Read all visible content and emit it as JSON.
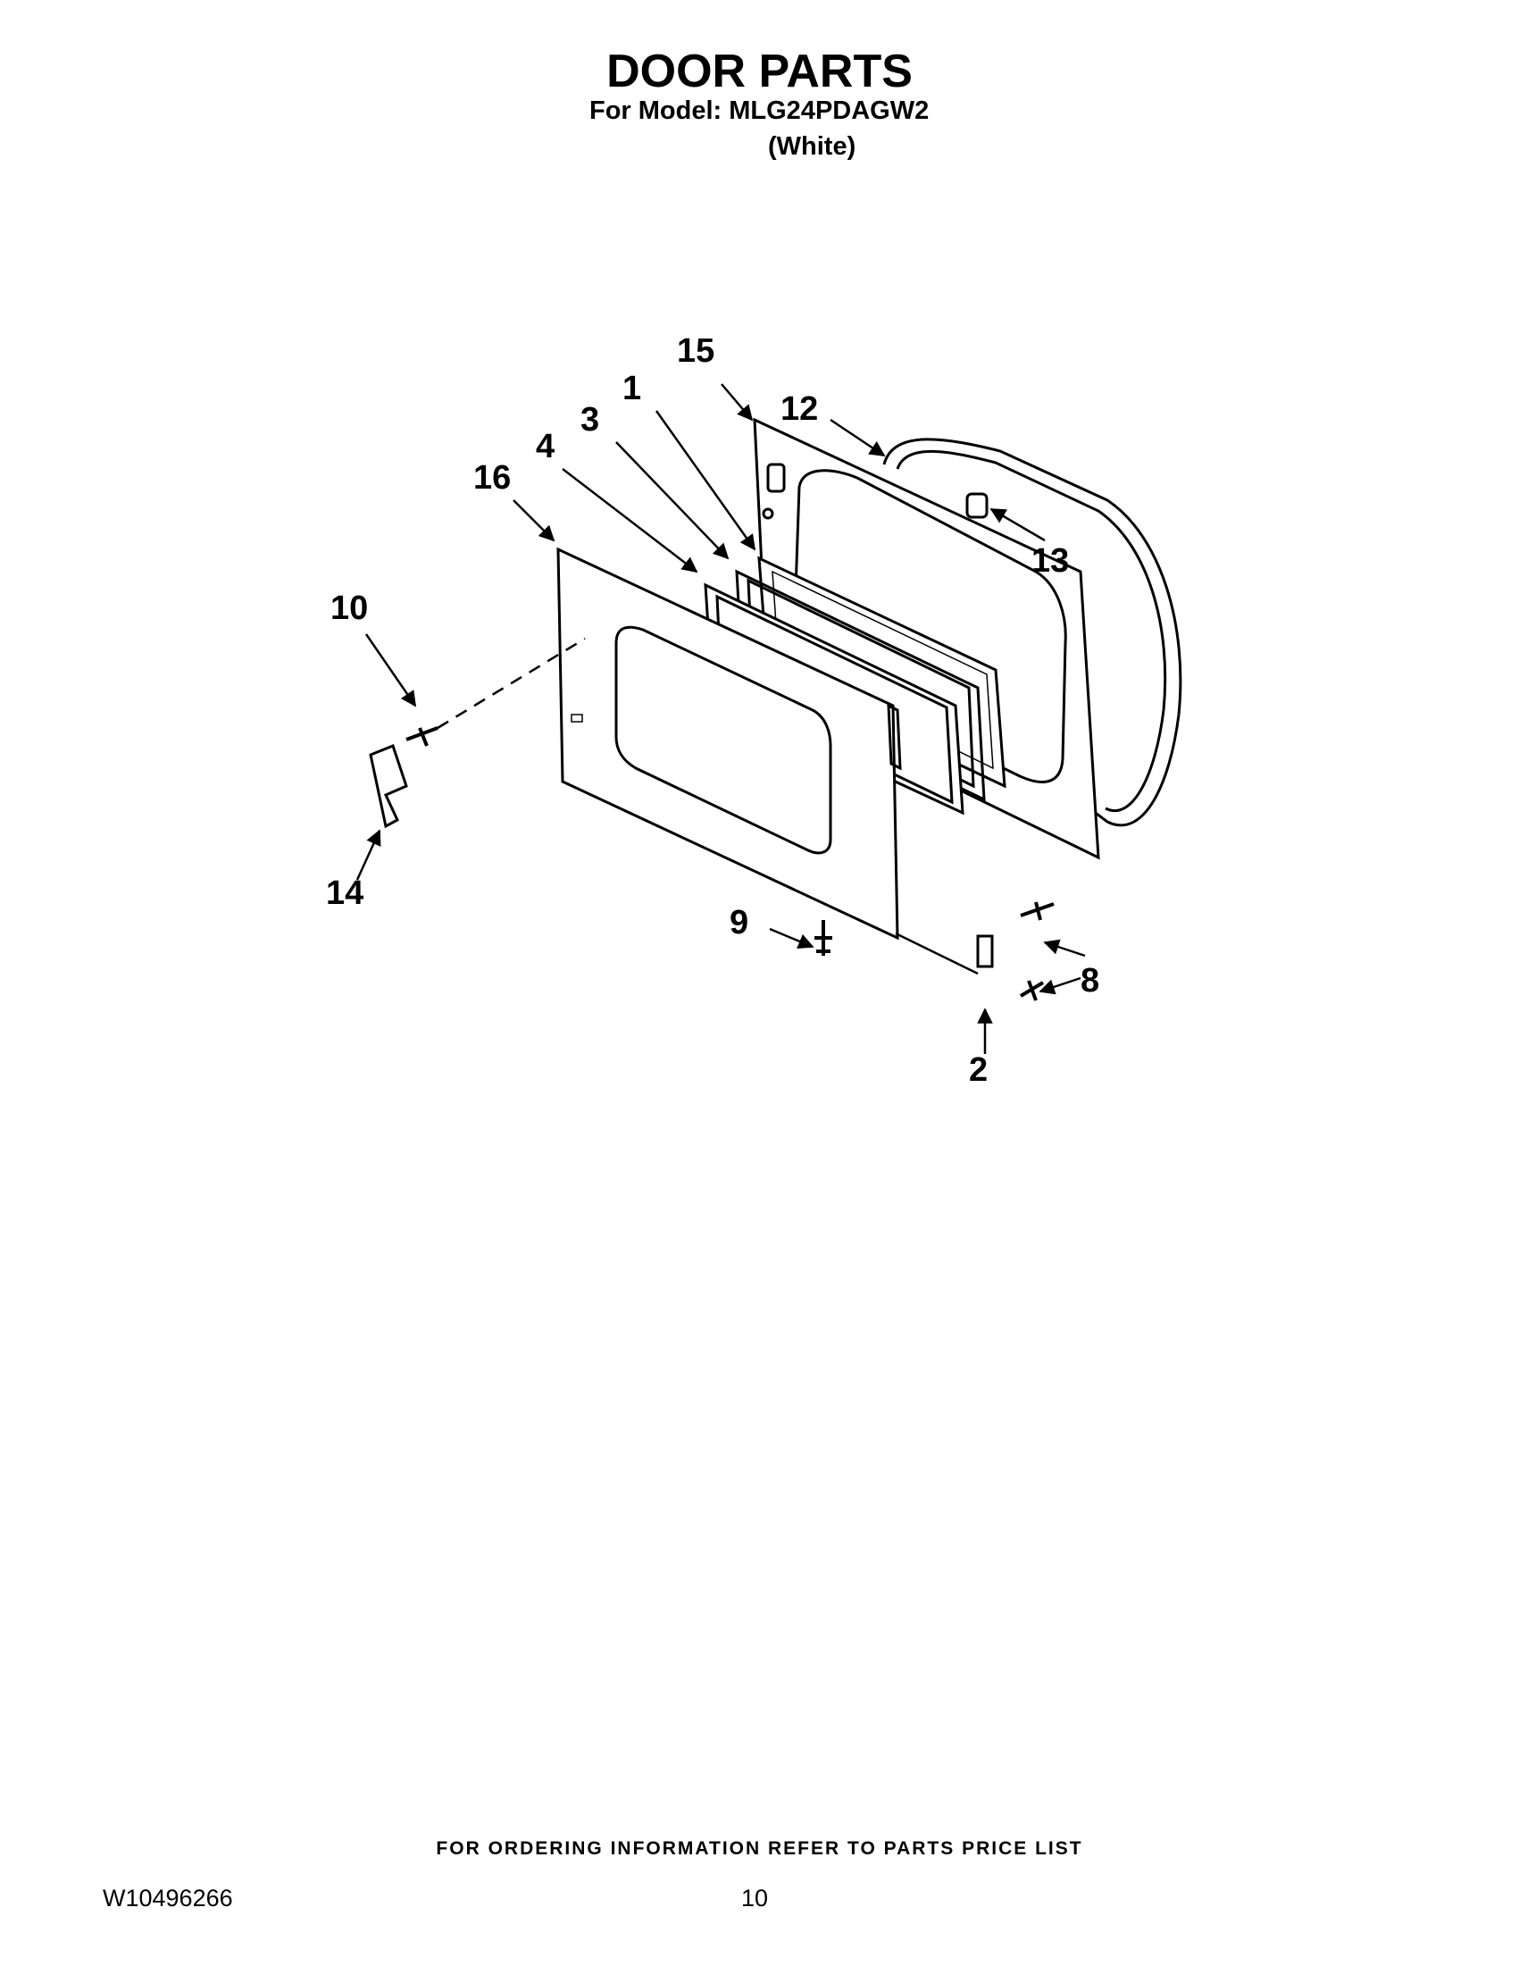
{
  "header": {
    "title": "DOOR PARTS",
    "model_line": "For Model: MLG24PDAGW2",
    "color_line": "(White)"
  },
  "diagram": {
    "callouts": [
      "15",
      "1",
      "12",
      "3",
      "4",
      "16",
      "13",
      "10",
      "14",
      "9",
      "8",
      "2"
    ]
  },
  "footer": {
    "ordering_note": "FOR ORDERING INFORMATION REFER TO PARTS PRICE LIST",
    "document_number": "W10496266",
    "page_number": "10"
  }
}
